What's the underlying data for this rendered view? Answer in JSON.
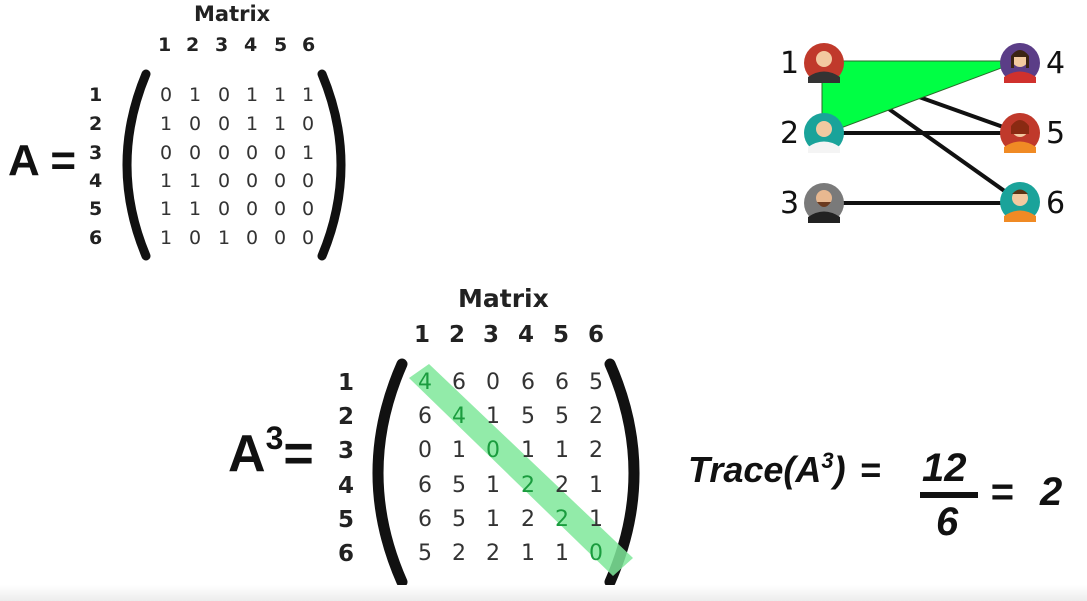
{
  "matrix_a": {
    "title": "Matrix",
    "label": "A =",
    "col_headers": [
      "1",
      "2",
      "3",
      "4",
      "5",
      "6"
    ],
    "row_headers": [
      "1",
      "2",
      "3",
      "4",
      "5",
      "6"
    ],
    "rows": [
      [
        "0",
        "1",
        "0",
        "1",
        "1",
        "1"
      ],
      [
        "1",
        "0",
        "0",
        "1",
        "1",
        "0"
      ],
      [
        "0",
        "0",
        "0",
        "0",
        "0",
        "1"
      ],
      [
        "1",
        "1",
        "0",
        "0",
        "0",
        "0"
      ],
      [
        "1",
        "1",
        "0",
        "0",
        "0",
        "0"
      ],
      [
        "1",
        "0",
        "1",
        "0",
        "0",
        "0"
      ]
    ]
  },
  "matrix_a3": {
    "title": "Matrix",
    "label_base": "A",
    "label_exp": "3",
    "label_eq": "=",
    "col_headers": [
      "1",
      "2",
      "3",
      "4",
      "5",
      "6"
    ],
    "row_headers": [
      "1",
      "2",
      "3",
      "4",
      "5",
      "6"
    ],
    "rows": [
      [
        "4",
        "6",
        "0",
        "6",
        "6",
        "5"
      ],
      [
        "6",
        "4",
        "1",
        "5",
        "5",
        "2"
      ],
      [
        "0",
        "1",
        "0",
        "1",
        "1",
        "2"
      ],
      [
        "6",
        "5",
        "1",
        "2",
        "2",
        "1"
      ],
      [
        "6",
        "5",
        "1",
        "2",
        "2",
        "1"
      ],
      [
        "5",
        "2",
        "2",
        "1",
        "1",
        "0"
      ]
    ],
    "diagonal_highlight_color": "#7fe89a",
    "diagonal_text_color": "#1a9c3e"
  },
  "trace": {
    "prefix": "Trace(A",
    "exp": "3",
    "suffix": ")",
    "equals": "=",
    "numerator": "12",
    "denominator": "6",
    "result_equals": "=",
    "result": "2"
  },
  "graph": {
    "nodes": [
      {
        "label": "1",
        "avatar": "person-avatar-1",
        "color": "#c0392b"
      },
      {
        "label": "2",
        "avatar": "person-avatar-2",
        "color": "#1aa39a"
      },
      {
        "label": "3",
        "avatar": "person-avatar-3",
        "color": "#7a7a7a"
      },
      {
        "label": "4",
        "avatar": "person-avatar-4",
        "color": "#5b3d87"
      },
      {
        "label": "5",
        "avatar": "person-avatar-5",
        "color": "#c0392b"
      },
      {
        "label": "6",
        "avatar": "person-avatar-6",
        "color": "#1aa39a"
      }
    ],
    "triangle_color": "#00ff44"
  }
}
